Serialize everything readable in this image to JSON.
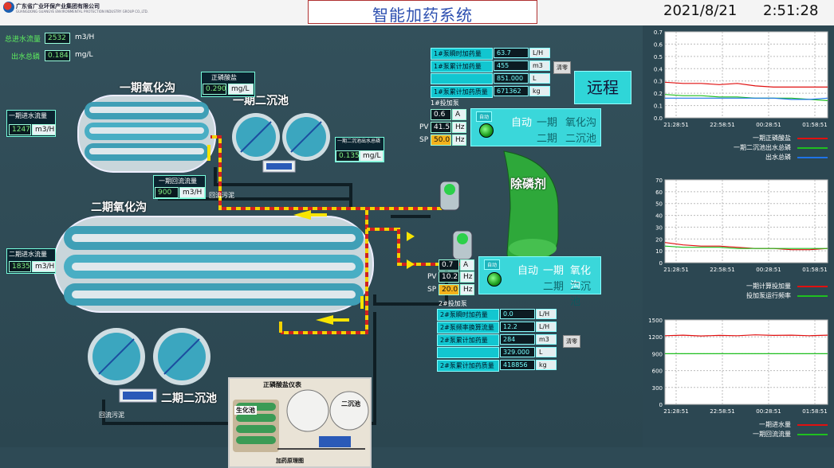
{
  "header": {
    "company": "广东省广业环保产业集团有限公司",
    "company_sub": "GUANGDONG GUANGYE ENVIRONMENTAL PROTECTION INDUSTRY GROUP CO.,LTD.",
    "title": "智能加药系统",
    "date": "2021/8/21",
    "time": "2:51:28"
  },
  "totals": [
    {
      "label": "总进水流量",
      "value": "2532",
      "unit": "m3/H"
    },
    {
      "label": "出水总磷",
      "value": "0.184",
      "unit": "mg/L"
    }
  ],
  "phase1": {
    "oxidation": "一期氧化沟",
    "settling": "一期二沉池",
    "inflow_label": "一期进水流量",
    "inflow_value": "1247",
    "inflow_unit": "m3/H",
    "phosphate_label": "正磷酸盐",
    "phosphate_value": "0.290",
    "phosphate_unit": "mg/L",
    "tp_label": "一期二沉池出水总磷",
    "tp_value": "0.135",
    "tp_unit": "mg/L",
    "return_label": "一期回流流量",
    "return_value": "900",
    "return_unit": "m3/H",
    "return_sludge": "回流污泥"
  },
  "phase2": {
    "oxidation": "二期氧化沟",
    "settling": "二期二沉池",
    "inflow_label": "二期进水流量",
    "inflow_value": "1835",
    "inflow_unit": "m3/H",
    "return_sludge": "回流污泥"
  },
  "chemical": "除磷剂",
  "remote": "远程",
  "clear": "清零",
  "pump1": {
    "title": "1#投加泵",
    "rows": [
      {
        "label": "1#泵瞬时加药量",
        "value": "63.7",
        "unit": "L/H"
      },
      {
        "label": "1#泵累计加药量",
        "value": "455",
        "unit": "m3"
      },
      {
        "label": "",
        "value": "851.000",
        "unit": "L"
      },
      {
        "label": "1#泵累计加药质量",
        "value": "671362",
        "unit": "kg"
      }
    ],
    "current": "0.6",
    "current_unit": "A",
    "pv": "41.5",
    "pv_unit": "Hz",
    "sp": "50.0",
    "sp_unit": "Hz",
    "auto_small": "自动",
    "mode": "自动",
    "phase_a": "一期",
    "target_a": "氧化沟",
    "phase_b": "二期",
    "target_b": "二沉池"
  },
  "pump2": {
    "title": "2#投加泵",
    "rows": [
      {
        "label": "2#泵瞬时加药量",
        "value": "0.0",
        "unit": "L/H"
      },
      {
        "label": "2#泵频率换算流量",
        "value": "12.2",
        "unit": "L/H"
      },
      {
        "label": "2#泵累计加药量",
        "value": "284",
        "unit": "m3"
      },
      {
        "label": "",
        "value": "329.000",
        "unit": "L"
      },
      {
        "label": "2#泵累计加药质量",
        "value": "418856",
        "unit": "kg"
      }
    ],
    "current": "0.7",
    "current_unit": "A",
    "pv": "10.2",
    "pv_unit": "Hz",
    "sp": "20.0",
    "sp_unit": "Hz",
    "auto_small": "自动",
    "mode": "自动",
    "phase_a": "一期",
    "target_a": "氧化沟",
    "phase_b": "二期",
    "target_b": "二沉池"
  },
  "labels_pv": "PV",
  "labels_sp": "SP",
  "inset": {
    "title": "加药原理图",
    "meter": "正磷酸盐仪表",
    "bio": "生化池",
    "settle": "二沉池"
  },
  "colors": {
    "red": "#e01010",
    "green": "#1fbf1f",
    "blue": "#1e74e8",
    "cyan": "#2fd6d8"
  },
  "chart_data": [
    {
      "type": "line",
      "x": [
        "21:28:51",
        "22:58:51",
        "00:28:51",
        "01:58:51"
      ],
      "yticks": [
        "0.7",
        "0.6",
        "0.5",
        "0.4",
        "0.3",
        "0.2",
        "0.1",
        "0.0"
      ],
      "ylim": [
        0,
        0.7
      ],
      "series": [
        {
          "name": "一期正磷酸盐",
          "color": "#e01010",
          "values": [
            0.29,
            0.28,
            0.28,
            0.27,
            0.28,
            0.26,
            0.25,
            0.25,
            0.25,
            0.25
          ]
        },
        {
          "name": "一期二沉池出水总磷",
          "color": "#1fbf1f",
          "values": [
            0.19,
            0.18,
            0.18,
            0.17,
            0.17,
            0.16,
            0.16,
            0.16,
            0.15,
            0.14
          ]
        },
        {
          "name": "出水总磷",
          "color": "#1e74e8",
          "values": [
            0.16,
            0.16,
            0.16,
            0.16,
            0.16,
            0.16,
            0.16,
            0.15,
            0.15,
            0.16
          ]
        }
      ]
    },
    {
      "type": "line",
      "x": [
        "21:28:51",
        "22:58:51",
        "00:28:51",
        "01:58:51"
      ],
      "yticks": [
        "70",
        "60",
        "50",
        "40",
        "30",
        "20",
        "10",
        "0"
      ],
      "ylim": [
        0,
        70
      ],
      "series": [
        {
          "name": "一期计算投加量",
          "color": "#e01010",
          "values": [
            17,
            15,
            14,
            14,
            13,
            12,
            12,
            11,
            11,
            12
          ]
        },
        {
          "name": "投加泵运行频率",
          "color": "#1fbf1f",
          "values": [
            14,
            13,
            13,
            13,
            12,
            12,
            12,
            12,
            12,
            12
          ]
        }
      ]
    },
    {
      "type": "line",
      "x": [
        "21:28:51",
        "22:58:51",
        "00:28:51",
        "01:58:51"
      ],
      "yticks": [
        "1500",
        "1200",
        "900",
        "600",
        "300",
        "0"
      ],
      "ylim": [
        0,
        1500
      ],
      "series": [
        {
          "name": "一期进水量",
          "color": "#e01010",
          "values": [
            1220,
            1230,
            1215,
            1225,
            1220,
            1235,
            1225,
            1230,
            1220,
            1230
          ]
        },
        {
          "name": "一期回流流量",
          "color": "#1fbf1f",
          "values": [
            900,
            900,
            900,
            900,
            900,
            900,
            900,
            900,
            900,
            900
          ]
        }
      ]
    }
  ]
}
